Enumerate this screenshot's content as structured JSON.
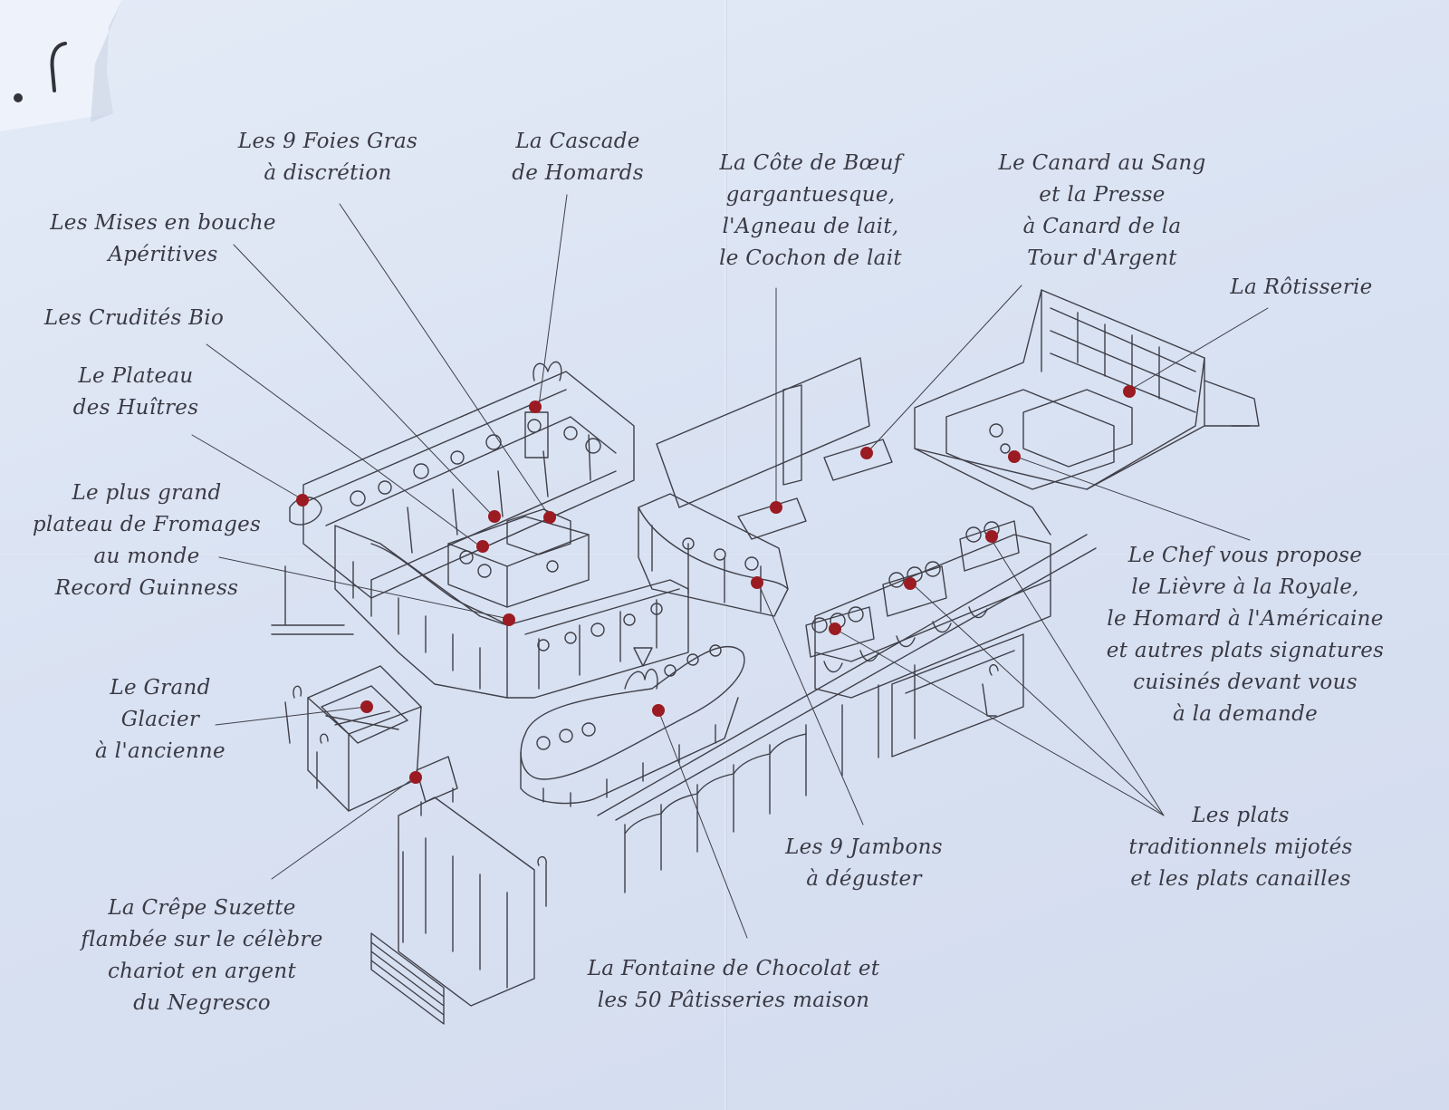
{
  "colors": {
    "paper": "#dde5f3",
    "ink": "#3f3f48",
    "marker": "#9b1b22"
  },
  "labels": {
    "foies_gras": "Les 9 Foies Gras\nà discrétion",
    "cascade": "La Cascade\nde Homards",
    "cote_boeuf": "La Côte de Bœuf\ngargantuesque,\nl'Agneau de lait,\nle Cochon de lait",
    "canard": "Le Canard au Sang\net la Presse\nà Canard de la\nTour d'Argent",
    "mises_en_bouche": "Les Mises en bouche\nApéritives",
    "rotisserie": "La Rôtisserie",
    "crudites": "Les Crudités Bio",
    "plateau_huitres": "Le Plateau\ndes Huîtres",
    "fromages": "Le plus grand\nplateau de Fromages\nau monde\nRecord Guinness",
    "chef": "Le Chef vous propose\nle Lièvre à la Royale,\nle Homard à l'Américaine\net autres plats signatures\ncuisinés devant vous\nà la demande",
    "glacier": "Le Grand\nGlacier\nà l'ancienne",
    "plats_traditionnels": "Les plats\ntraditionnels mijotés\net les plats canailles",
    "jambons": "Les 9 Jambons\nà déguster",
    "crepe": "La Crêpe Suzette\nflambée sur le célèbre\nchariot en argent\ndu Negresco",
    "fontaine": "La Fontaine de Chocolat et\nles 50 Pâtisseries maison"
  }
}
